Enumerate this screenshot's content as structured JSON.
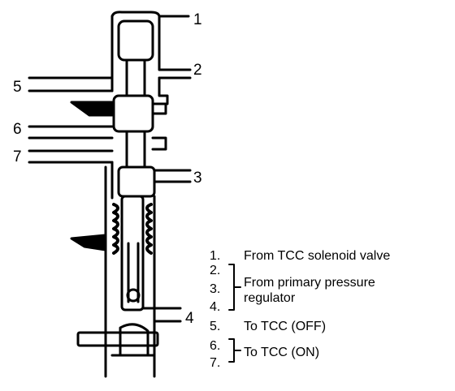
{
  "diagram": {
    "callouts": [
      "1",
      "2",
      "3",
      "4",
      "5",
      "6",
      "7"
    ],
    "legend": [
      {
        "number": "1.",
        "text": "From TCC solenoid valve"
      },
      {
        "number": "2.",
        "text": ""
      },
      {
        "number": "3.",
        "text": "From primary pressure regulator"
      },
      {
        "number": "4.",
        "text": ""
      },
      {
        "number": "5.",
        "text": "To TCC (OFF)"
      },
      {
        "number": "6.",
        "text": ""
      },
      {
        "number": "7.",
        "text": "To TCC (ON)"
      }
    ]
  },
  "colors": {
    "ink": "#000000",
    "paper": "#ffffff"
  }
}
